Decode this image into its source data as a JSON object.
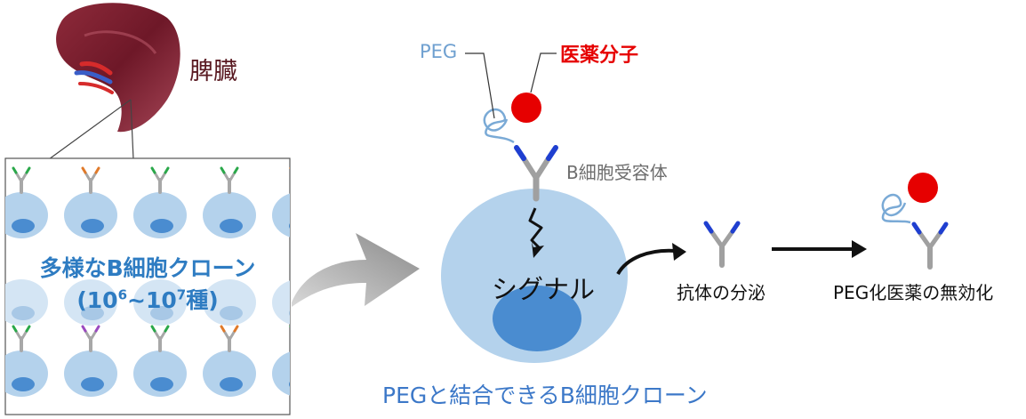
{
  "labels": {
    "spleen": "脾臓",
    "peg": "PEG",
    "drug_molecule": "医薬分子",
    "b_cell_receptor": "B細胞受容体",
    "signal": "シグナル",
    "antibody_secretion": "抗体の分泌",
    "peg_drug_neutralization": "PEG化医薬の無効化",
    "peg_binding_clone": "PEGと結合できるB細胞クローン"
  },
  "clone_panel": {
    "title": "多様なB細胞クローン",
    "range_open": "(10",
    "range_exp1": "6",
    "range_mid": "~10",
    "range_exp2": "7",
    "range_close": "種)"
  },
  "colors": {
    "cell_fill": "#b4d2ec",
    "nucleus_fill": "#4a8cd0",
    "drug_red": "#e60000",
    "peg_blue": "#6fa0d0",
    "antibody_gray": "#a0a0a0",
    "antibody_tip_blue": "#1f3fd0",
    "text_blue": "#2e7cc2"
  }
}
